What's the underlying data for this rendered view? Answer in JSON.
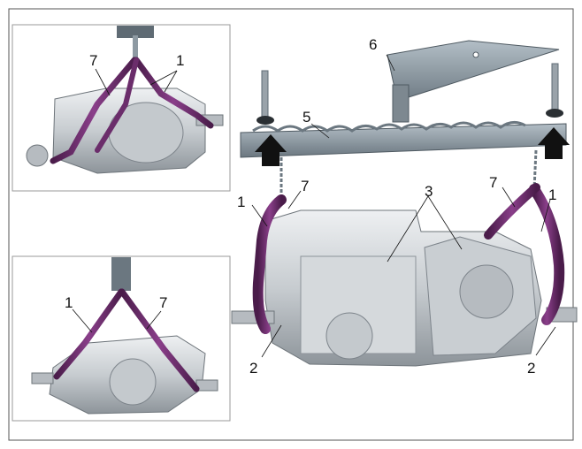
{
  "callouts": {
    "inset_top": {
      "left_7": "7",
      "right_1": "1"
    },
    "inset_bottom": {
      "left_1": "1",
      "right_7": "7"
    },
    "main": {
      "beam_6": "6",
      "beam_5": "5",
      "sling_left_1": "1",
      "sling_left_7": "7",
      "housing_3": "3",
      "sling_right_7": "7",
      "sling_right_1": "1",
      "bracket_left_2": "2",
      "bracket_right_2": "2"
    }
  },
  "colors": {
    "sling": "#6b2d6b",
    "sling_dark": "#4a1c4a",
    "metal_light": "#d9dcdf",
    "metal_mid": "#b6bbc0",
    "metal_dark": "#7d848b",
    "beam": "#8e9aa3",
    "beam_dark": "#5f6b74",
    "arrow": "#111111",
    "frame": "#555555"
  },
  "icons": [
    "lift-direction-arrow-icon",
    "lift-direction-arrow-icon"
  ]
}
